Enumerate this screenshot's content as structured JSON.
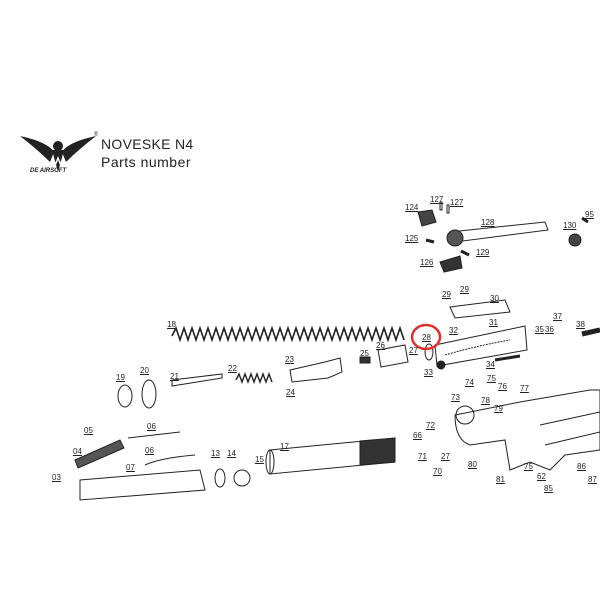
{
  "header": {
    "title": "NOVESKE N4",
    "subtitle": "Parts number",
    "brand": "DE AIRSOFT",
    "registered": "®"
  },
  "highlight": {
    "part": "28",
    "color": "#e0302a"
  },
  "labels": [
    "124",
    "127",
    "127",
    "128",
    "125",
    "129",
    "126",
    "130",
    "95",
    "29",
    "29",
    "30",
    "31",
    "32",
    "28",
    "35",
    "36",
    "37",
    "38",
    "27",
    "33",
    "34",
    "74",
    "75",
    "76",
    "77",
    "73",
    "78",
    "79",
    "72",
    "66",
    "71",
    "27",
    "80",
    "75",
    "81",
    "70",
    "62",
    "86",
    "87",
    "85",
    "18",
    "26",
    "25",
    "23",
    "24",
    "22",
    "21",
    "20",
    "19",
    "05",
    "06",
    "06",
    "04",
    "13",
    "14",
    "15",
    "17",
    "07",
    "03"
  ]
}
